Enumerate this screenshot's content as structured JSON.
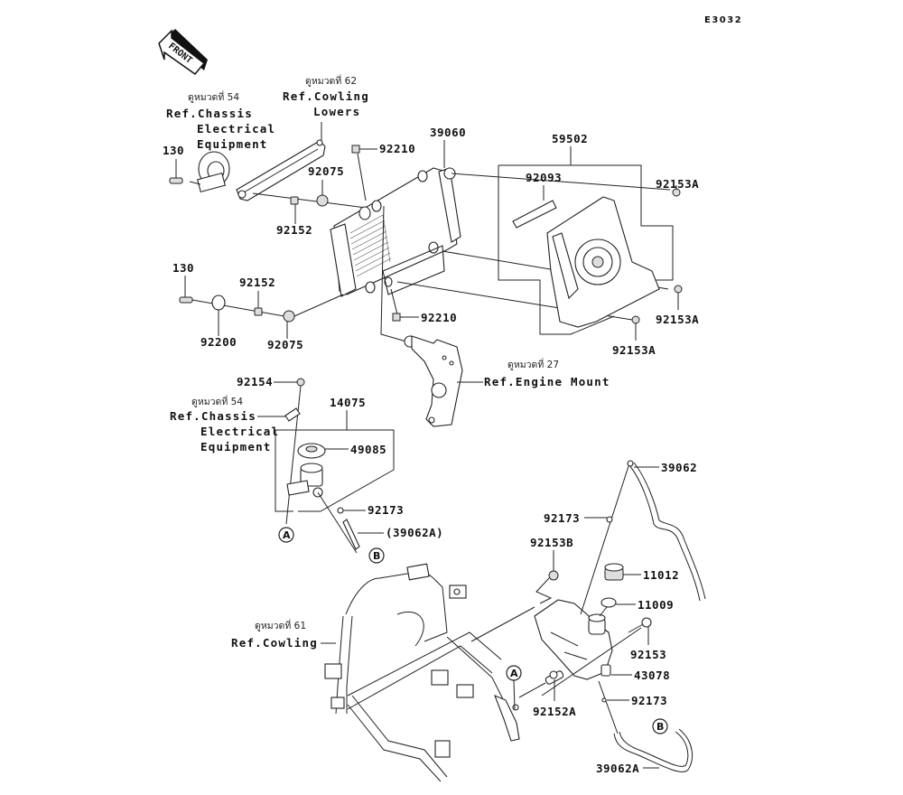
{
  "diagram": {
    "code": "E3032",
    "front_label": "FRONT",
    "callouts": {
      "p39060": "39060",
      "p59502": "59502",
      "p92093": "92093",
      "p92153A_1": "92153A",
      "p92153A_2": "92153A",
      "p92153A_3": "92153A",
      "p92210_1": "92210",
      "p92210_2": "92210",
      "p92075_1": "92075",
      "p92075_2": "92075",
      "p92152_1": "92152",
      "p92152_2": "92152",
      "p130_1": "130",
      "p130_2": "130",
      "p92200": "92200",
      "p92154": "92154",
      "p14075": "14075",
      "p49085": "49085",
      "p92173_1": "92173",
      "p39062A_ref": "(39062A)",
      "p39062": "39062",
      "p92173_2": "92173",
      "p92153B": "92153B",
      "p11012": "11012",
      "p11009": "11009",
      "p92153": "92153",
      "p43078": "43078",
      "p92152A": "92152A",
      "p92173_3": "92173",
      "p39062A": "39062A"
    },
    "references": {
      "chassis_top": {
        "thai": "ดูหมวดที่ 54",
        "lines": [
          "Ref.Chassis",
          "Electrical",
          "Equipment"
        ]
      },
      "cowling_lowers": {
        "thai": "ดูหมวดที่ 62",
        "lines": [
          "Ref.Cowling",
          "Lowers"
        ]
      },
      "engine_mount": {
        "thai": "ดูหมวดที่ 27",
        "lines": [
          "Ref.Engine Mount"
        ]
      },
      "chassis_mid": {
        "thai": "ดูหมวดที่ 54",
        "lines": [
          "Ref.Chassis",
          "Electrical",
          "Equipment"
        ]
      },
      "cowling": {
        "thai": "ดูหมวดที่ 61",
        "lines": [
          "Ref.Cowling"
        ]
      }
    },
    "connectors": {
      "a": "A",
      "b": "B"
    }
  }
}
